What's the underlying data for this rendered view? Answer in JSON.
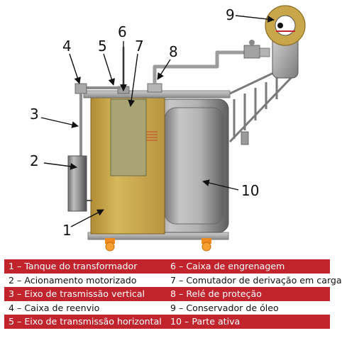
{
  "callouts": {
    "c1": "1",
    "c2": "2",
    "c3": "3",
    "c4": "4",
    "c5": "5",
    "c6": "6",
    "c7": "7",
    "c8": "8",
    "c9": "9",
    "c10": "10"
  },
  "legend": {
    "rows": [
      {
        "left": "1 – Tanque do transformador",
        "right": "6 – Caixa de engrenagem"
      },
      {
        "left": "2 – Acionamento motorizado",
        "right": "7 – Comutador de derivação em carga"
      },
      {
        "left": "3 – Eixo de trasmissão vertical",
        "right": "8 – Relé de proteção"
      },
      {
        "left": "4 – Caixa de reenvio",
        "right": "9 – Conservador de óleo"
      },
      {
        "left": "5 – Eixo de transmissão horizontal",
        "right": "10 – Parte ativa"
      }
    ]
  },
  "colors": {
    "legend_stripe": "#c2242d",
    "tank_body": "#c9a64a",
    "steel": "#9a9a9a",
    "switch": "#a8a474",
    "wheel_accent": "#f08a1c"
  }
}
